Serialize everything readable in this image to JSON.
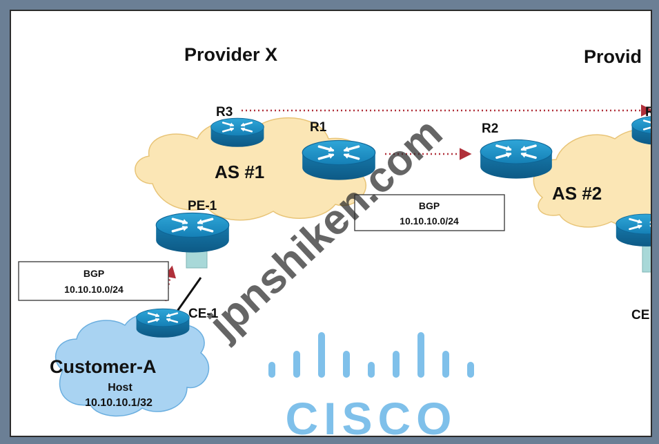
{
  "providers": {
    "left": "Provider X",
    "right": "Provid"
  },
  "as_labels": {
    "as1": "AS #1",
    "as2": "AS #2"
  },
  "routers": {
    "r3": "R3",
    "r1": "R1",
    "r2": "R2",
    "pe1": "PE-1",
    "ce1": "CE-1",
    "right_top": "R",
    "right_ce": "CE"
  },
  "bgp_box_center": {
    "title": "BGP",
    "prefix": "10.10.10.0/24"
  },
  "bgp_box_left": {
    "title": "BGP",
    "prefix": "10.10.10.0/24"
  },
  "customer": {
    "name": "Customer-A",
    "host_label": "Host",
    "host_ip": "10.10.10.1/32"
  },
  "brand": {
    "logo_text": "CISCO"
  },
  "watermark": "jpnshiken.com",
  "colors": {
    "frame_bg": "#6b7f95",
    "cloud_as": "#fbe6b5",
    "cloud_customer": "#a9d3f2",
    "router_fill": "#1a8fc4",
    "bgp_arrow": "#b0303a",
    "cisco_logo": "#7fc0ea"
  }
}
